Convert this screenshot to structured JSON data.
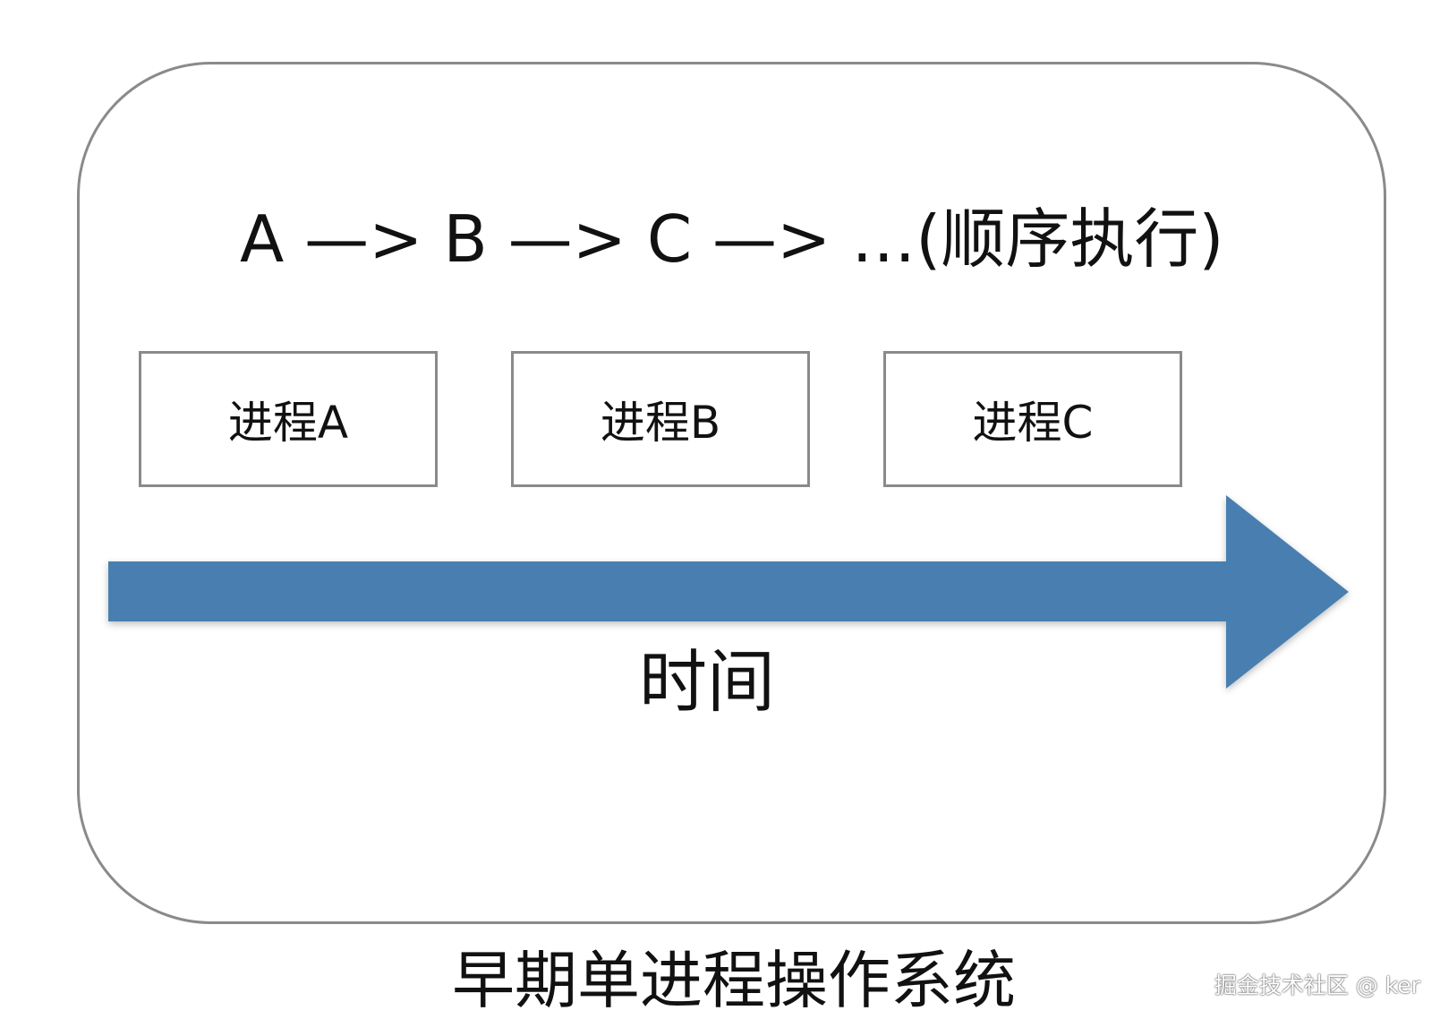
{
  "diagram": {
    "sequence_text": "A —> B —> C —> …(顺序执行)",
    "processes": [
      {
        "label": "进程A"
      },
      {
        "label": "进程B"
      },
      {
        "label": "进程C"
      }
    ],
    "time_label": "时间",
    "caption": "早期单进程操作系统",
    "watermark": "掘金技术社区 @ ker",
    "colors": {
      "arrow": "#4a7fb0",
      "border": "#8a8a8a",
      "text": "#111111"
    }
  }
}
